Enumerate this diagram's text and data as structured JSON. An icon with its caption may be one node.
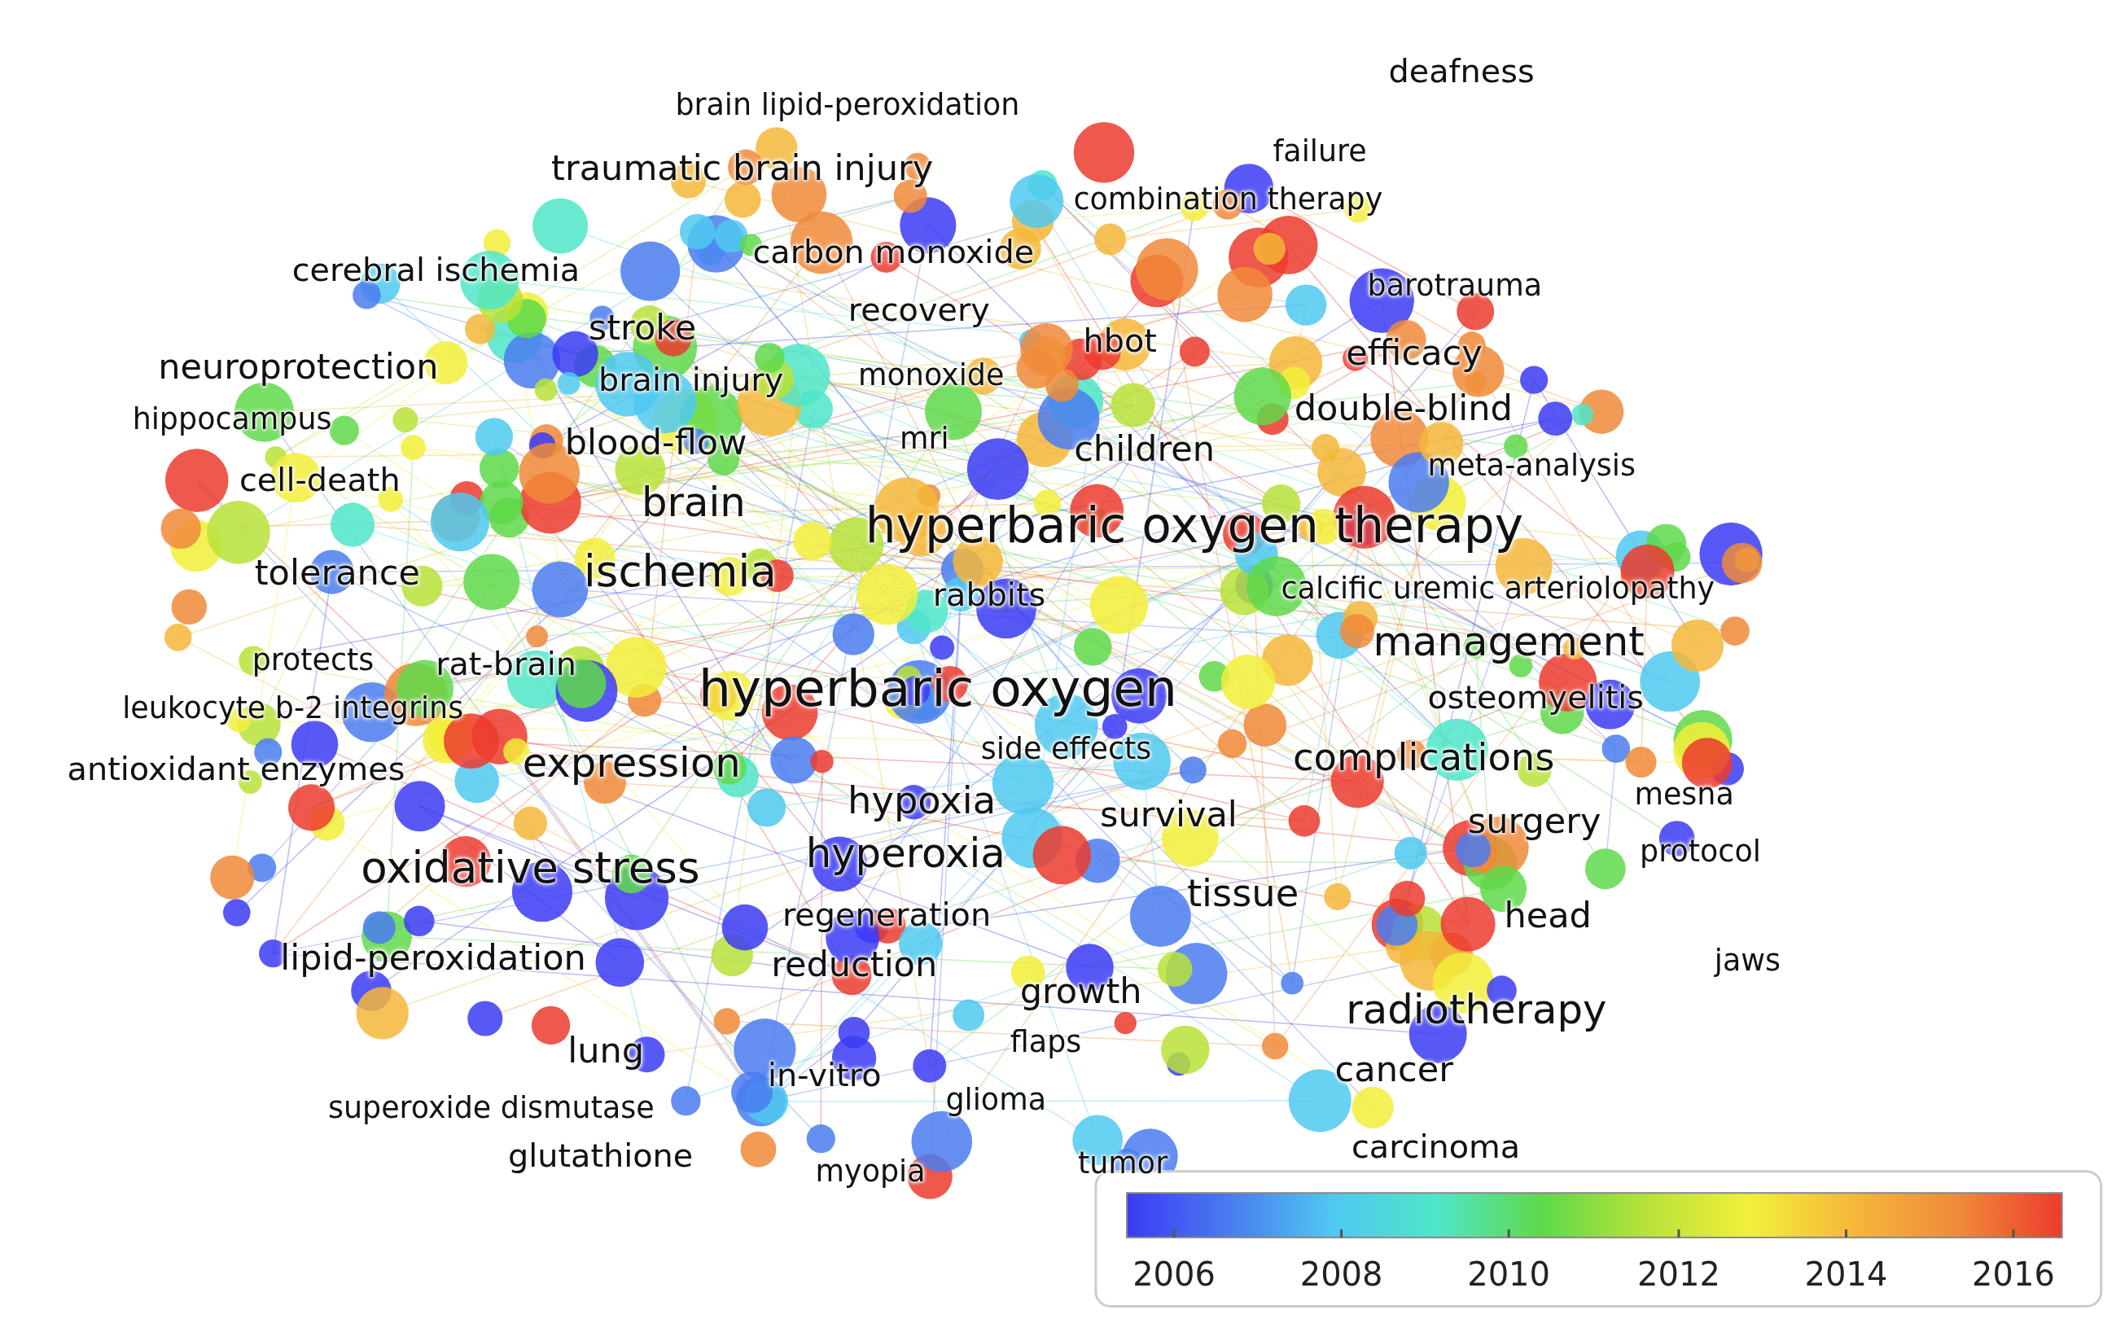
{
  "diagram": {
    "labels": [
      "deafness",
      "brain lipid-peroxidation",
      "failure",
      "traumatic brain injury",
      "combination therapy",
      "carbon monoxide",
      "cerebral ischemia",
      "barotrauma",
      "stroke",
      "recovery",
      "neuroprotection",
      "hbot",
      "efficacy",
      "brain injury",
      "monoxide",
      "hippocampus",
      "cell-death",
      "blood-flow",
      "mri",
      "children",
      "double-blind",
      "meta-analysis",
      "brain",
      "hyperbaric oxygen therapy",
      "tolerance",
      "ischemia",
      "rabbits",
      "calcific uremic arteriolopathy",
      "management",
      "protects",
      "rat-brain",
      "hyperbaric oxygen",
      "leukocyte b-2 integrins",
      "osteomyelitis",
      "side effects",
      "antioxidant enzymes",
      "expression",
      "complications",
      "hypoxia",
      "survival",
      "mesna",
      "surgery",
      "oxidative stress",
      "hyperoxia",
      "protocol",
      "tissue",
      "regeneration",
      "head",
      "lipid-peroxidation",
      "reduction",
      "jaws",
      "growth",
      "radiotherapy",
      "lung",
      "in-vitro",
      "flaps",
      "cancer",
      "superoxide dismutase",
      "glioma",
      "glutathione",
      "myopia",
      "tumor",
      "carcinoma",
      "2006",
      "2008",
      "2010",
      "2012",
      "2014",
      "2016"
    ]
  }
}
